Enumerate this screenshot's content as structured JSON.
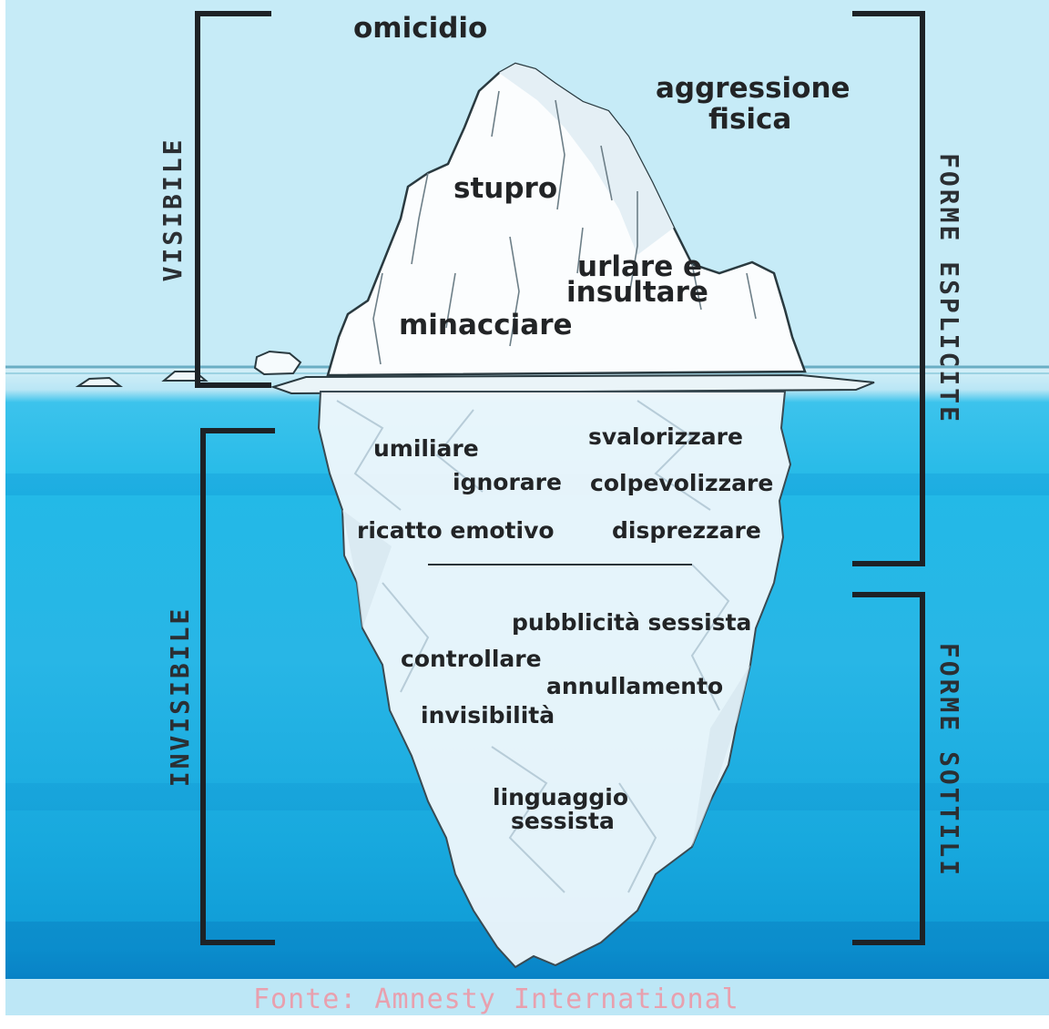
{
  "colors": {
    "sky": "#c6ebf7",
    "sea": "#23b9e7",
    "deep_sea": "#0b8ecf",
    "ice": "#fbfdfe",
    "ice_shadow": "#dbe8f0",
    "bracket": "#1d2226",
    "source_text": "#e8a0ae"
  },
  "zones": {
    "visible": "VISIBILE",
    "invisible": "INVISIBILE",
    "explicit": "FORME ESPLICITE",
    "subtle": "FORME SOTTILI"
  },
  "labels": {
    "omicidio": "omicidio",
    "aggressione_1": "aggressione",
    "aggressione_2": "fisica",
    "stupro": "stupro",
    "urlare_1": "urlare e",
    "urlare_2": "insultare",
    "minacciare": "minacciare",
    "umiliare": "umiliare",
    "svalorizzare": "svalorizzare",
    "ignorare": "ignorare",
    "colpevolizzare": "colpevolizzare",
    "ricatto": "ricatto emotivo",
    "disprezzare": "disprezzare",
    "pubblicita": "pubblicità sessista",
    "controllare": "controllare",
    "annullamento": "annullamento",
    "invisibilita": "invisibilità",
    "linguaggio_1": "linguaggio",
    "linguaggio_2": "sessista"
  },
  "source": "Fonte: Amnesty International"
}
